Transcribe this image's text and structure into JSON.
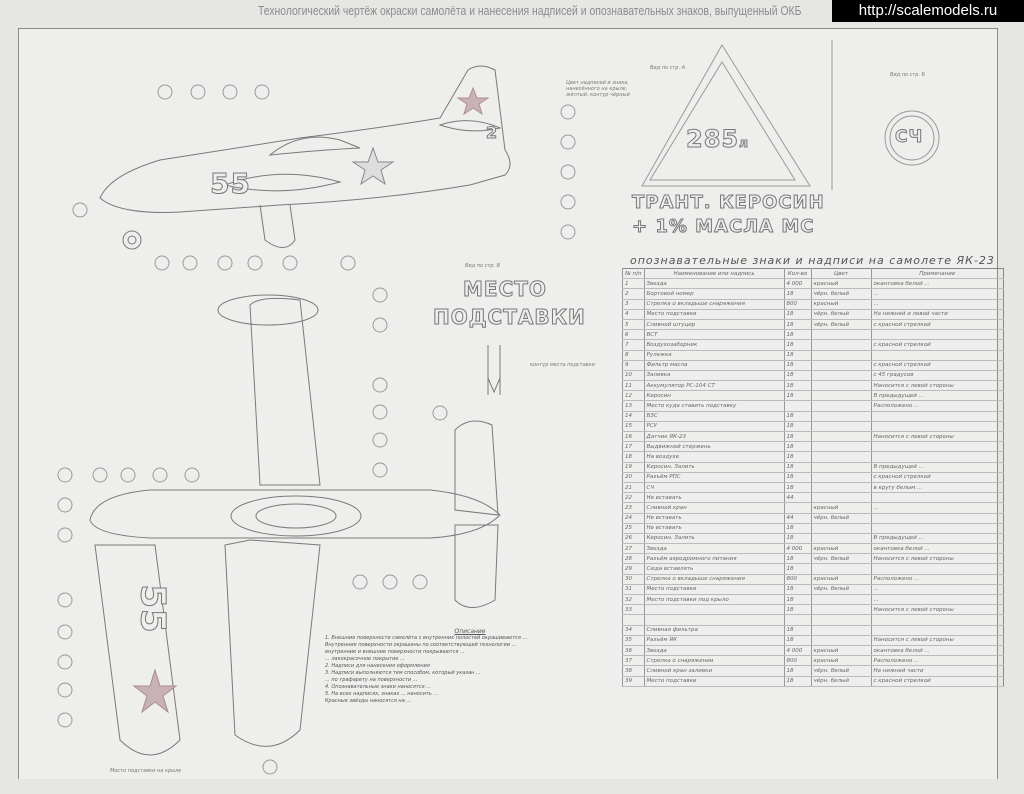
{
  "header": {
    "title": "Технологический чертёж окраски самолёта и нанесения надписей и опознавательных знаков, выпущенный ОКБ",
    "watermark": "http://scalemodels.ru"
  },
  "stencils": {
    "fuel_number": "285",
    "fuel_suffix": "л",
    "fuel_line1": "ТРАНТ. КЕРОСИН",
    "fuel_line2": "+ 1% МАСЛА МС",
    "circle_text": "СЧ",
    "stand_line1": "МЕСТО",
    "stand_line2": "ПОДСТАВКИ",
    "side_number": "55",
    "fin_number": "2",
    "view_a": "Вид по стр. А",
    "view_b": "Вид по стр. Б",
    "view_c": "Вид по стр. В",
    "stand_note": "контур места подставки",
    "wing_note": "Место подставки на крыле"
  },
  "fuel_note": "Цвет надписей и знака, нанесённого на крыле, жёлтый, контур чёрный",
  "table": {
    "title": "опознавательные знаки и надписи на самолете ЯК-23",
    "headers": [
      "№ п/п",
      "Наименование или надпись",
      "Кол-во",
      "Цвет",
      "Примечание"
    ],
    "rows": [
      [
        "1",
        "Звезда",
        "4 000",
        "красный",
        "окантовка белой ..."
      ],
      [
        "2",
        "Бортовой номер",
        "18",
        "чёрн. белый",
        "..."
      ],
      [
        "3",
        "Стрелка о вкладыше снаряжения",
        "800",
        "красный",
        "..."
      ],
      [
        "4",
        "Место подставки",
        "18",
        "чёрн. белый",
        "На нижней и левой части"
      ],
      [
        "5",
        "Сливной штуцер",
        "18",
        "чёрн. белый",
        "с красной стрелкой"
      ],
      [
        "6",
        "ВСТ",
        "18",
        "",
        ""
      ],
      [
        "7",
        "Воздухозаборник",
        "18",
        "",
        "с красной стрелкой"
      ],
      [
        "8",
        "Рулежка",
        "18",
        "",
        ""
      ],
      [
        "9",
        "Фильтр масла",
        "18",
        "",
        "с красной стрелкой"
      ],
      [
        "10",
        "Заливка",
        "18",
        "",
        "с 45 градусов"
      ],
      [
        "11",
        "Аккумулятор РС-104 СТ",
        "18",
        "",
        "Наносится с левой стороны"
      ],
      [
        "12",
        "Керосин",
        "18",
        "",
        "В предыдущей ..."
      ],
      [
        "13",
        "Место куда ставить подставку",
        "",
        "",
        "Расположено ..."
      ],
      [
        "14",
        "ВЗС",
        "18",
        "",
        ""
      ],
      [
        "15",
        "РСУ",
        "18",
        "",
        ""
      ],
      [
        "16",
        "Датчик ЯК-23",
        "18",
        "",
        "Наносится с левой стороны"
      ],
      [
        "17",
        "Выдвижной стержень",
        "18",
        "",
        ""
      ],
      [
        "18",
        "На воздухе",
        "18",
        "",
        ""
      ],
      [
        "19",
        "Керосин. Залить",
        "18",
        "",
        "В предыдущей ..."
      ],
      [
        "20",
        "Разъём РПС",
        "18",
        "",
        "с красной стрелкой"
      ],
      [
        "21",
        "СЧ",
        "18",
        "",
        "в кругу белым ..."
      ],
      [
        "22",
        "Не вставать",
        "44",
        "",
        ""
      ],
      [
        "23",
        "Сливной кран",
        "",
        "красный",
        "..."
      ],
      [
        "24",
        "Не вставать",
        "44",
        "чёрн. белый",
        ""
      ],
      [
        "25",
        "Не вставать",
        "18",
        "",
        ""
      ],
      [
        "26",
        "Керосин. Залить",
        "18",
        "",
        "В предыдущей ..."
      ],
      [
        "27",
        "Звезда",
        "4 000",
        "красный",
        "окантовка белой ..."
      ],
      [
        "28",
        "Разъём аэродромного питания",
        "18",
        "чёрн. белый",
        "Наносится с левой стороны"
      ],
      [
        "29",
        "Сюда вставлять",
        "18",
        "",
        ""
      ],
      [
        "30",
        "Стрелка о вкладыше снаряжения",
        "800",
        "красный",
        "Расположено ..."
      ],
      [
        "31",
        "Место подставки",
        "18",
        "чёрн. белый",
        "..."
      ],
      [
        "32",
        "Место подставки под крыло",
        "18",
        "",
        "..."
      ],
      [
        "33",
        "",
        "18",
        "",
        "Наносится с левой стороны"
      ],
      [
        "",
        "",
        "",
        "",
        ""
      ],
      [
        "34",
        "Сливная фильтра",
        "18",
        "",
        ""
      ],
      [
        "35",
        "Разъём ЯК",
        "18",
        "",
        "Наносится с левой стороны"
      ],
      [
        "36",
        "Звезда",
        "4 000",
        "красный",
        "окантовка белой ..."
      ],
      [
        "37",
        "Стрелка о снаряжении",
        "800",
        "красный",
        "Расположено ..."
      ],
      [
        "38",
        "Сливной кран заливки",
        "18",
        "чёрн. белый",
        "На нижней части"
      ],
      [
        "39",
        "Место подставки",
        "18",
        "чёрн. белый",
        "с красной стрелкой"
      ]
    ]
  },
  "description": {
    "title": "Описание",
    "lines": [
      "1. Внешние поверхности самолёта с внутренних полостей окрашиваются ...",
      "Внутренние поверхности окрашены по соответствующей технологии ...",
      "внутренние и внешние поверхности покрываются ...",
      "... лакокрасочное покрытие ...",
      "2. Надписи для нанесения оформления",
      "3. Надписи выполняются тем способом, который указан ...",
      "... по трафарету на поверхности ...",
      "4. Опознавательные знаки наносятся ...",
      "5. На всех надписях, знаках ... наносить ...",
      "Красные звёзды наносятся на ..."
    ]
  },
  "colors": {
    "background": "#e6e6e3",
    "sheet": "#eeeeec",
    "ink": "#777777",
    "star": "#c9b2b6",
    "watermark_bg": "#000000"
  }
}
